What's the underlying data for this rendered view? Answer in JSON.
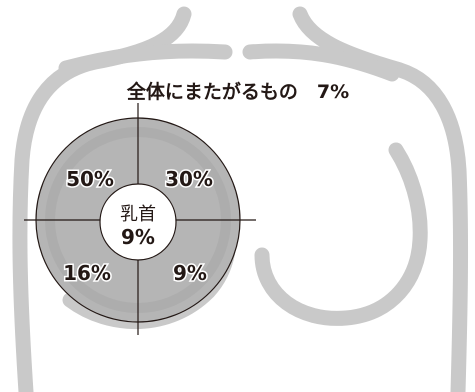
{
  "title": "全体にまたがるもの　7%",
  "quadrants": {
    "upper_outer": "50%",
    "upper_inner": "30%",
    "lower_outer": "16%",
    "lower_inner": "9%"
  },
  "nipple": {
    "label": "乳首",
    "value": "9%"
  },
  "colors": {
    "body_outline": "#c9c9c9",
    "circle_fill": "#b5b5b5",
    "circle_outline": "#231815",
    "text": "#231815"
  }
}
